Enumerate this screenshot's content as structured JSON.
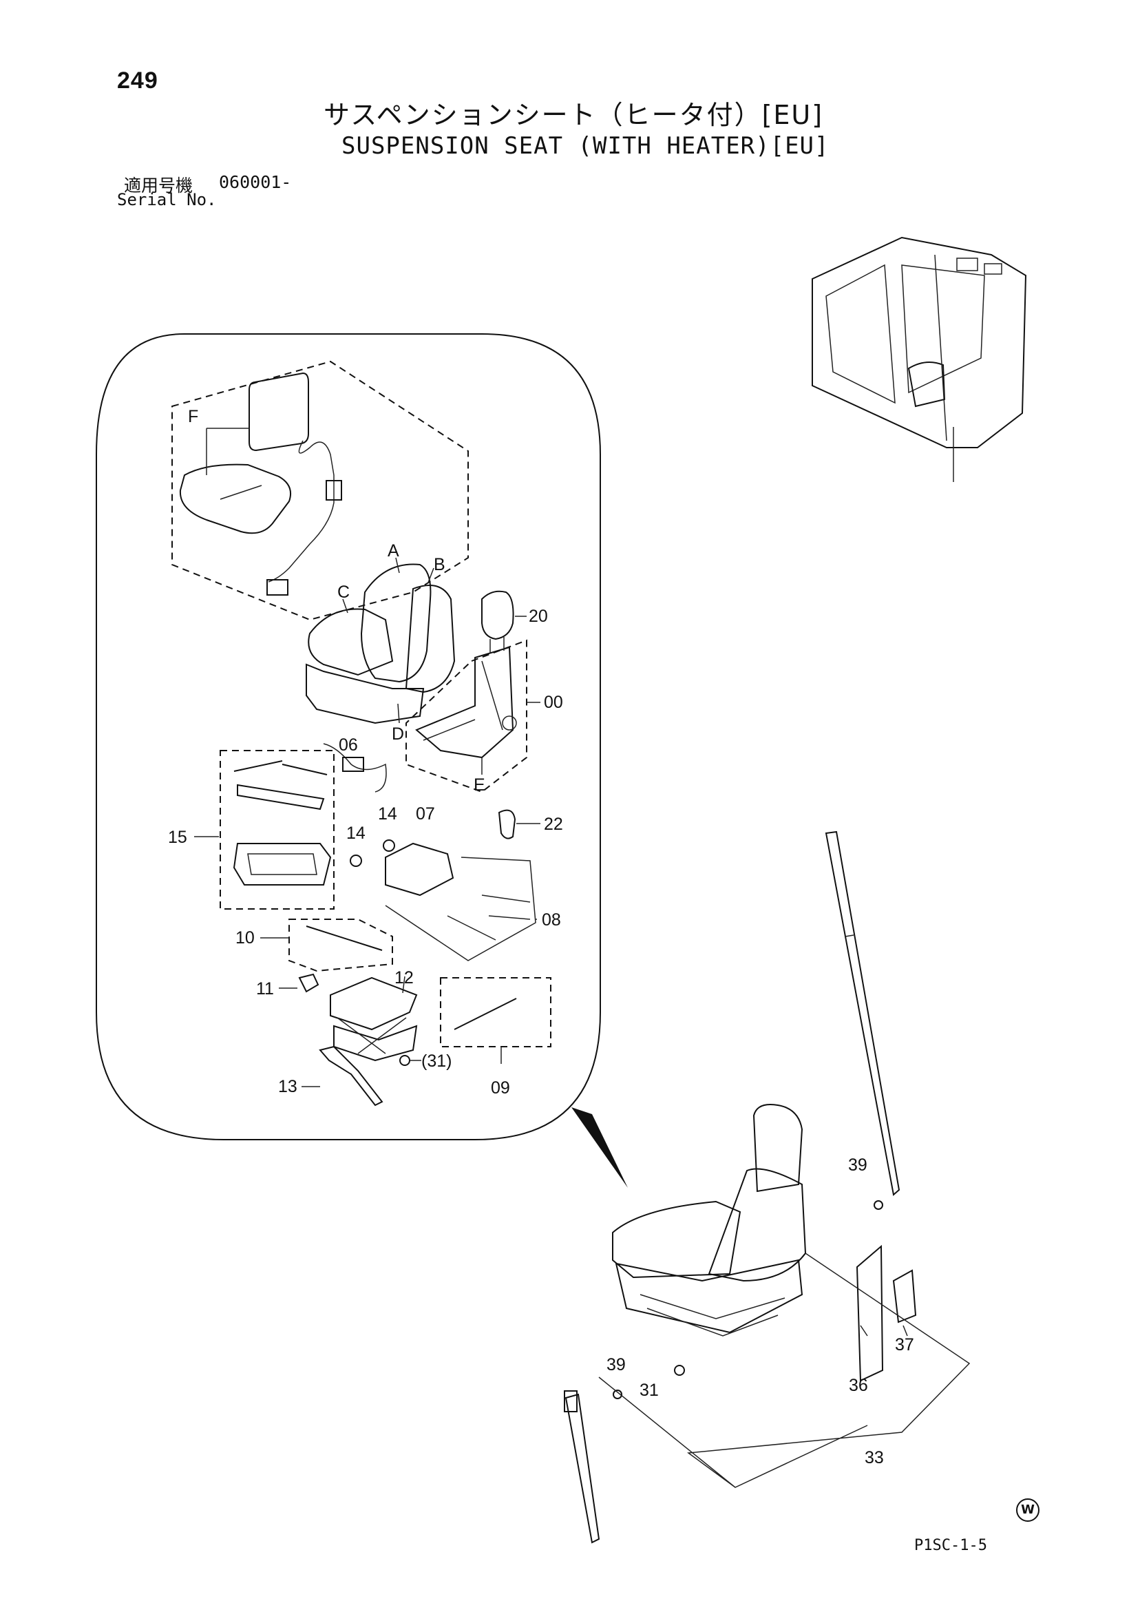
{
  "page_number": "249",
  "title_jp": "サスペンションシート（ヒータ付）[EU]",
  "title_en": "SUSPENSION SEAT (WITH HEATER)[EU]",
  "serial": {
    "label_jp": "適用号機",
    "value": "060001-",
    "label_en": "Serial No."
  },
  "callouts": {
    "F": "F",
    "A": "A",
    "B": "B",
    "C": "C",
    "D": "D",
    "E": "E",
    "p20": "20",
    "p00": "00",
    "p06": "06",
    "p14a": "14",
    "p14b": "14",
    "p07": "07",
    "p22": "22",
    "p15": "15",
    "p08": "08",
    "p10": "10",
    "p11": "11",
    "p12": "12",
    "p31a": "(31)",
    "p09": "09",
    "p13": "13",
    "p39a": "39",
    "p39b": "39",
    "p31b": "31",
    "p37": "37",
    "p36": "36",
    "p33": "33"
  },
  "footer": {
    "mark": "W",
    "code": "P1SC-1-5"
  }
}
